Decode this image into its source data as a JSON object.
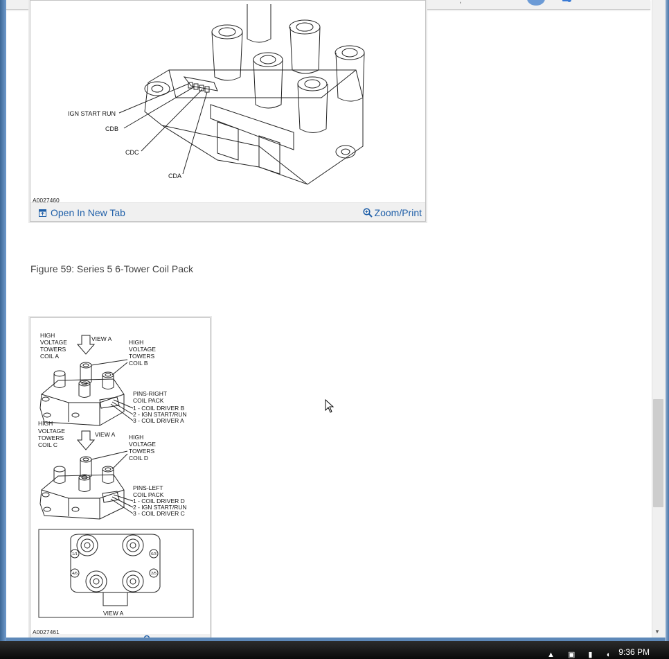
{
  "top_bar": {
    "fragment_text": ","
  },
  "figure58": {
    "id_code": "A0027460",
    "labels": [
      "IGN START RUN",
      "CDB",
      "CDC",
      "CDA"
    ],
    "open_tab_label": "Open In New Tab",
    "zoom_label": "Zoom/Print"
  },
  "figure59": {
    "caption": "Figure 59: Series 5 6-Tower Coil Pack",
    "id_code": "A0027461",
    "labels": {
      "coil_a": [
        "HIGH",
        "VOLTAGE",
        "TOWERS",
        "COIL A"
      ],
      "view_a_1": "VIEW A",
      "coil_b": [
        "HIGH",
        "VOLTAGE",
        "TOWERS",
        "COIL B"
      ],
      "pins_right": [
        "PINS-RIGHT",
        "COIL PACK",
        "1 - COIL DRIVER B",
        "2 - IGN START/RUN",
        "3 - COIL DRIVER A"
      ],
      "coil_c": [
        "HIGH",
        "VOLTAGE",
        "TOWERS",
        "COIL C"
      ],
      "view_a_2": "VIEW A",
      "coil_d": [
        "HIGH",
        "VOLTAGE",
        "TOWERS",
        "COIL D"
      ],
      "pins_left": [
        "PINS-LEFT",
        "COIL PACK",
        "1 - COIL DRIVER D",
        "2 - IGN START/RUN",
        "3 - COIL DRIVER C"
      ],
      "view_a_box": "VIEW A",
      "pin_marks": [
        "1/1",
        "4/6",
        "6/3",
        "2/5"
      ]
    }
  },
  "taskbar": {
    "time": "9:36 PM"
  }
}
